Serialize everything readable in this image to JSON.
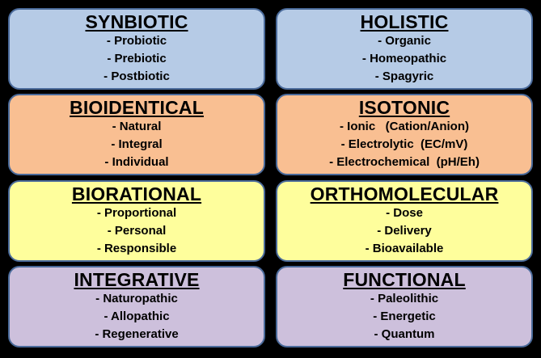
{
  "cards": [
    {
      "title": "SYNBIOTIC",
      "items": [
        "- Probiotic",
        "- Prebiotic",
        "- Postbiotic"
      ]
    },
    {
      "title": "HOLISTIC",
      "items": [
        "- Organic",
        "- Homeopathic",
        "- Spagyric"
      ]
    },
    {
      "title": "BIOIDENTICAL",
      "items": [
        "- Natural",
        "- Integral",
        "- Individual"
      ]
    },
    {
      "title": "ISOTONIC",
      "items": [
        "- Ionic   (Cation/Anion)",
        "- Electrolytic  (EC/mV)",
        "- Electrochemical  (pH/Eh)"
      ]
    },
    {
      "title": "BIORATIONAL",
      "items": [
        "- Proportional",
        "- Personal",
        "- Responsible"
      ]
    },
    {
      "title": "ORTHOMOLECULAR",
      "items": [
        "- Dose",
        "- Delivery",
        "- Bioavailable"
      ]
    },
    {
      "title": "INTEGRATIVE",
      "items": [
        "- Naturopathic",
        "- Allopathic",
        "- Regenerative"
      ]
    },
    {
      "title": "FUNCTIONAL",
      "items": [
        "- Paleolithic",
        "- Energetic",
        "- Quantum"
      ]
    }
  ],
  "colors": {
    "row1": "#b6cbe6",
    "row2": "#f9bf92",
    "row3": "#fefe9c",
    "row4": "#cdc0dc",
    "border": "#4a6a9a",
    "background": "#000000"
  }
}
